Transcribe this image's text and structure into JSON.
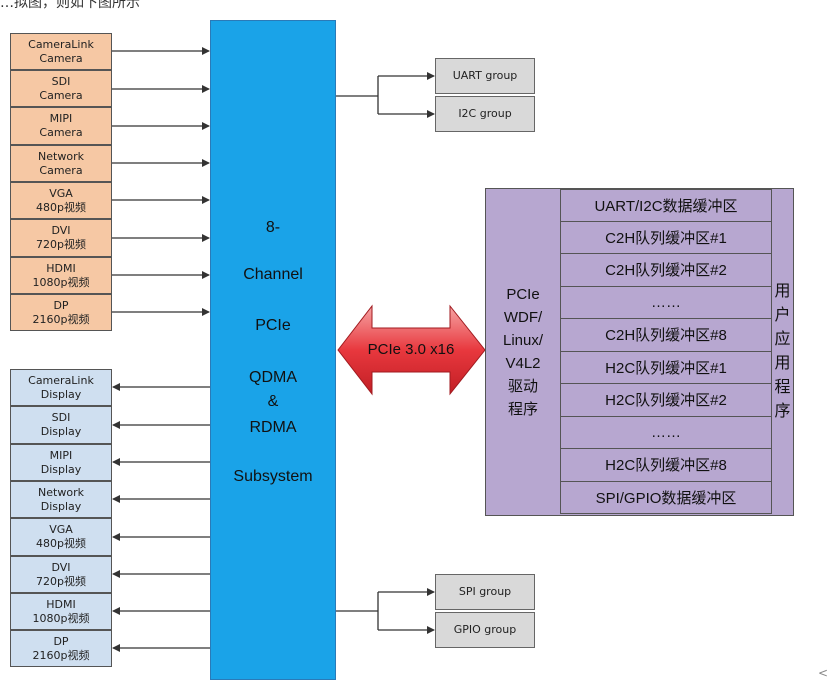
{
  "header_text": "…拟图，则如下图所示",
  "inputs": [
    "CameraLink\nCamera",
    "SDI\nCamera",
    "MIPI\nCamera",
    "Network\nCamera",
    "VGA\n480p视频",
    "DVI\n720p视频",
    "HDMI\n1080p视频",
    "DP\n2160p视频"
  ],
  "outputs": [
    "CameraLink\nDisplay",
    "SDI\nDisplay",
    "MIPI\nDisplay",
    "Network\nDisplay",
    "VGA\n480p视频",
    "DVI\n720p视频",
    "HDMI\n1080p视频",
    "DP\n2160p视频"
  ],
  "core_lines": [
    "8-",
    "Channel",
    "PCIe",
    "QDMA",
    "&",
    "RDMA",
    "Subsystem"
  ],
  "groups_top": [
    "UART group",
    "I2C group"
  ],
  "groups_bottom": [
    "SPI group",
    "GPIO group"
  ],
  "link_label": "PCIe 3.0 x16",
  "driver_label": "PCIe\nWDF/\nLinux/\nV4L2\n驱动\n程序",
  "buffers": [
    "UART/I2C数据缓冲区",
    "C2H队列缓冲区#1",
    "C2H队列缓冲区#2",
    "……",
    "C2H队列缓冲区#8",
    "H2C队列缓冲区#1",
    "H2C队列缓冲区#2",
    "……",
    "H2C队列缓冲区#8",
    "SPI/GPIO数据缓冲区"
  ],
  "app_label": "用户\n应用\n程序",
  "corner_mark": "<",
  "colors": {
    "camera_box": "#f6c8a4",
    "display_box": "#cfdff0",
    "core": "#1aa3e8",
    "group_box": "#d9d9d9",
    "right_panel": "#b7a7d0",
    "link_arrow": "#e8383e"
  }
}
